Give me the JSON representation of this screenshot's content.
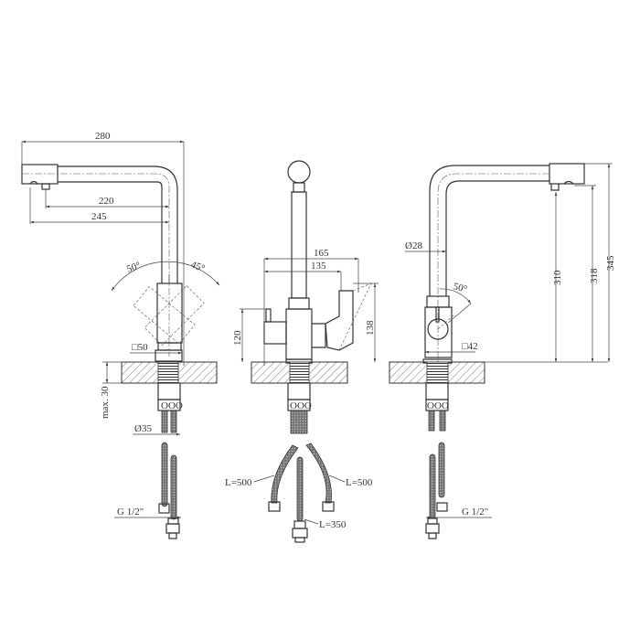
{
  "drawing": {
    "title": "Kitchen faucet technical drawing",
    "units": "mm",
    "line_color": "#333333",
    "background": "#ffffff"
  },
  "left_view": {
    "overall_width": "280",
    "spout_reach_1": "220",
    "spout_reach_2": "245",
    "swivel_left_angle": "50°",
    "swivel_right_angle": "45°",
    "base_square": "□50",
    "max_counter_thickness": "max. 30",
    "shank_diameter": "Ø35",
    "connector_thread": "G 1/2\""
  },
  "front_view": {
    "width_165": "165",
    "width_135": "135",
    "height_left_handle": "120",
    "height_right_handle": "138",
    "hose_left_length": "L=500",
    "hose_right_length": "L=500",
    "hose_center_length": "L=350"
  },
  "right_view": {
    "pipe_diameter": "Ø28",
    "handle_angle": "50°",
    "base_square": "□42",
    "height_310": "310",
    "height_318": "318",
    "height_345": "345",
    "connector_thread": "G 1/2\""
  }
}
